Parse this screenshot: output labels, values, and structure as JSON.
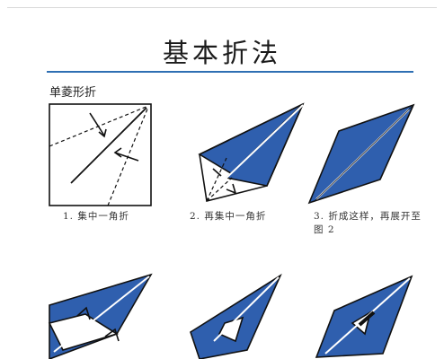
{
  "page": {
    "title": "基本折法",
    "section_label": "单菱形折"
  },
  "steps": [
    {
      "caption": "1. 集中一角折"
    },
    {
      "caption": "2. 再集中一角折"
    },
    {
      "caption": "3. 折成这样，再展开至图 2"
    }
  ],
  "colors": {
    "paper_blue": "#2f5fae",
    "outline": "#111111",
    "title_rule": "#2e6fb3"
  }
}
